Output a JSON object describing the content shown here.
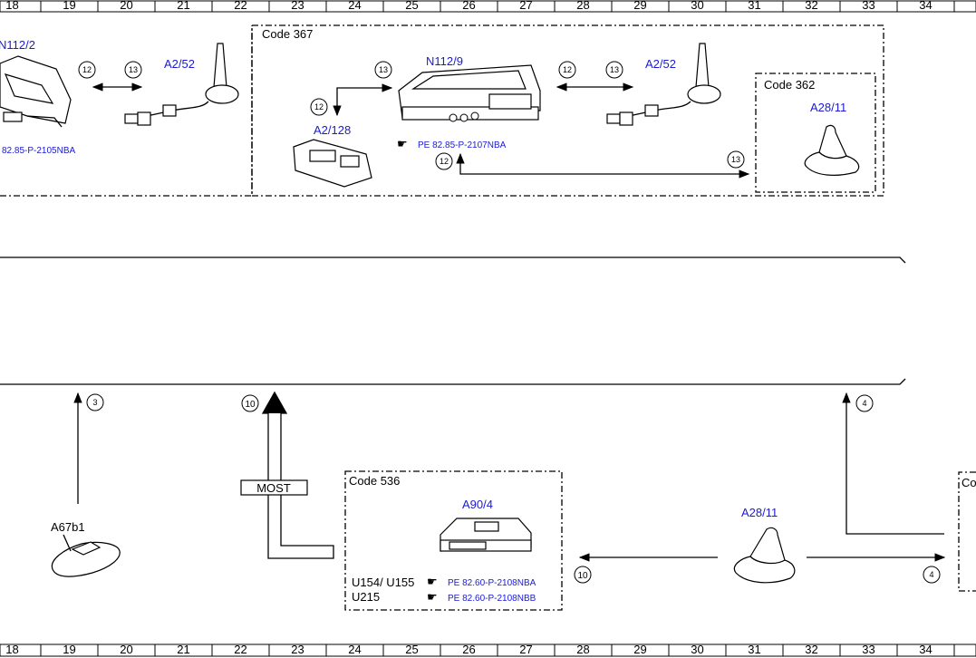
{
  "ruler": {
    "numbers": [
      "18",
      "19",
      "20",
      "21",
      "22",
      "23",
      "24",
      "25",
      "26",
      "27",
      "28",
      "29",
      "30",
      "31",
      "32",
      "33",
      "34"
    ]
  },
  "code_boxes": {
    "code367": "Code 367",
    "code362": "Code 362",
    "code536": "Code 536",
    "code_right": "Co"
  },
  "components": {
    "n112_2": "N112/2",
    "a2_52_left": "A2/52",
    "n112_9": "N112/9",
    "a2_52_right": "A2/52",
    "a2_128": "A2/128",
    "a28_11_top": "A28/11",
    "a90_4": "A90/4",
    "a28_11_bottom": "A28/11",
    "a67b1": "A67b1"
  },
  "references": {
    "ref_2105": "82.85-P-2105NBA",
    "ref_2107": "PE 82.85-P-2107NBA",
    "ref_2108a": "PE 82.60-P-2108NBA",
    "ref_2108b": "PE 82.60-P-2108NBB"
  },
  "variants": {
    "line1": "U154/ U155",
    "line2": "U215"
  },
  "bus": {
    "most": "MOST"
  },
  "connectors": {
    "c12": "12",
    "c13": "13",
    "c3": "3",
    "c10": "10",
    "c4": "4"
  },
  "colors": {
    "label_blue": "#1a1ad6",
    "line": "#000000",
    "background": "#ffffff"
  }
}
